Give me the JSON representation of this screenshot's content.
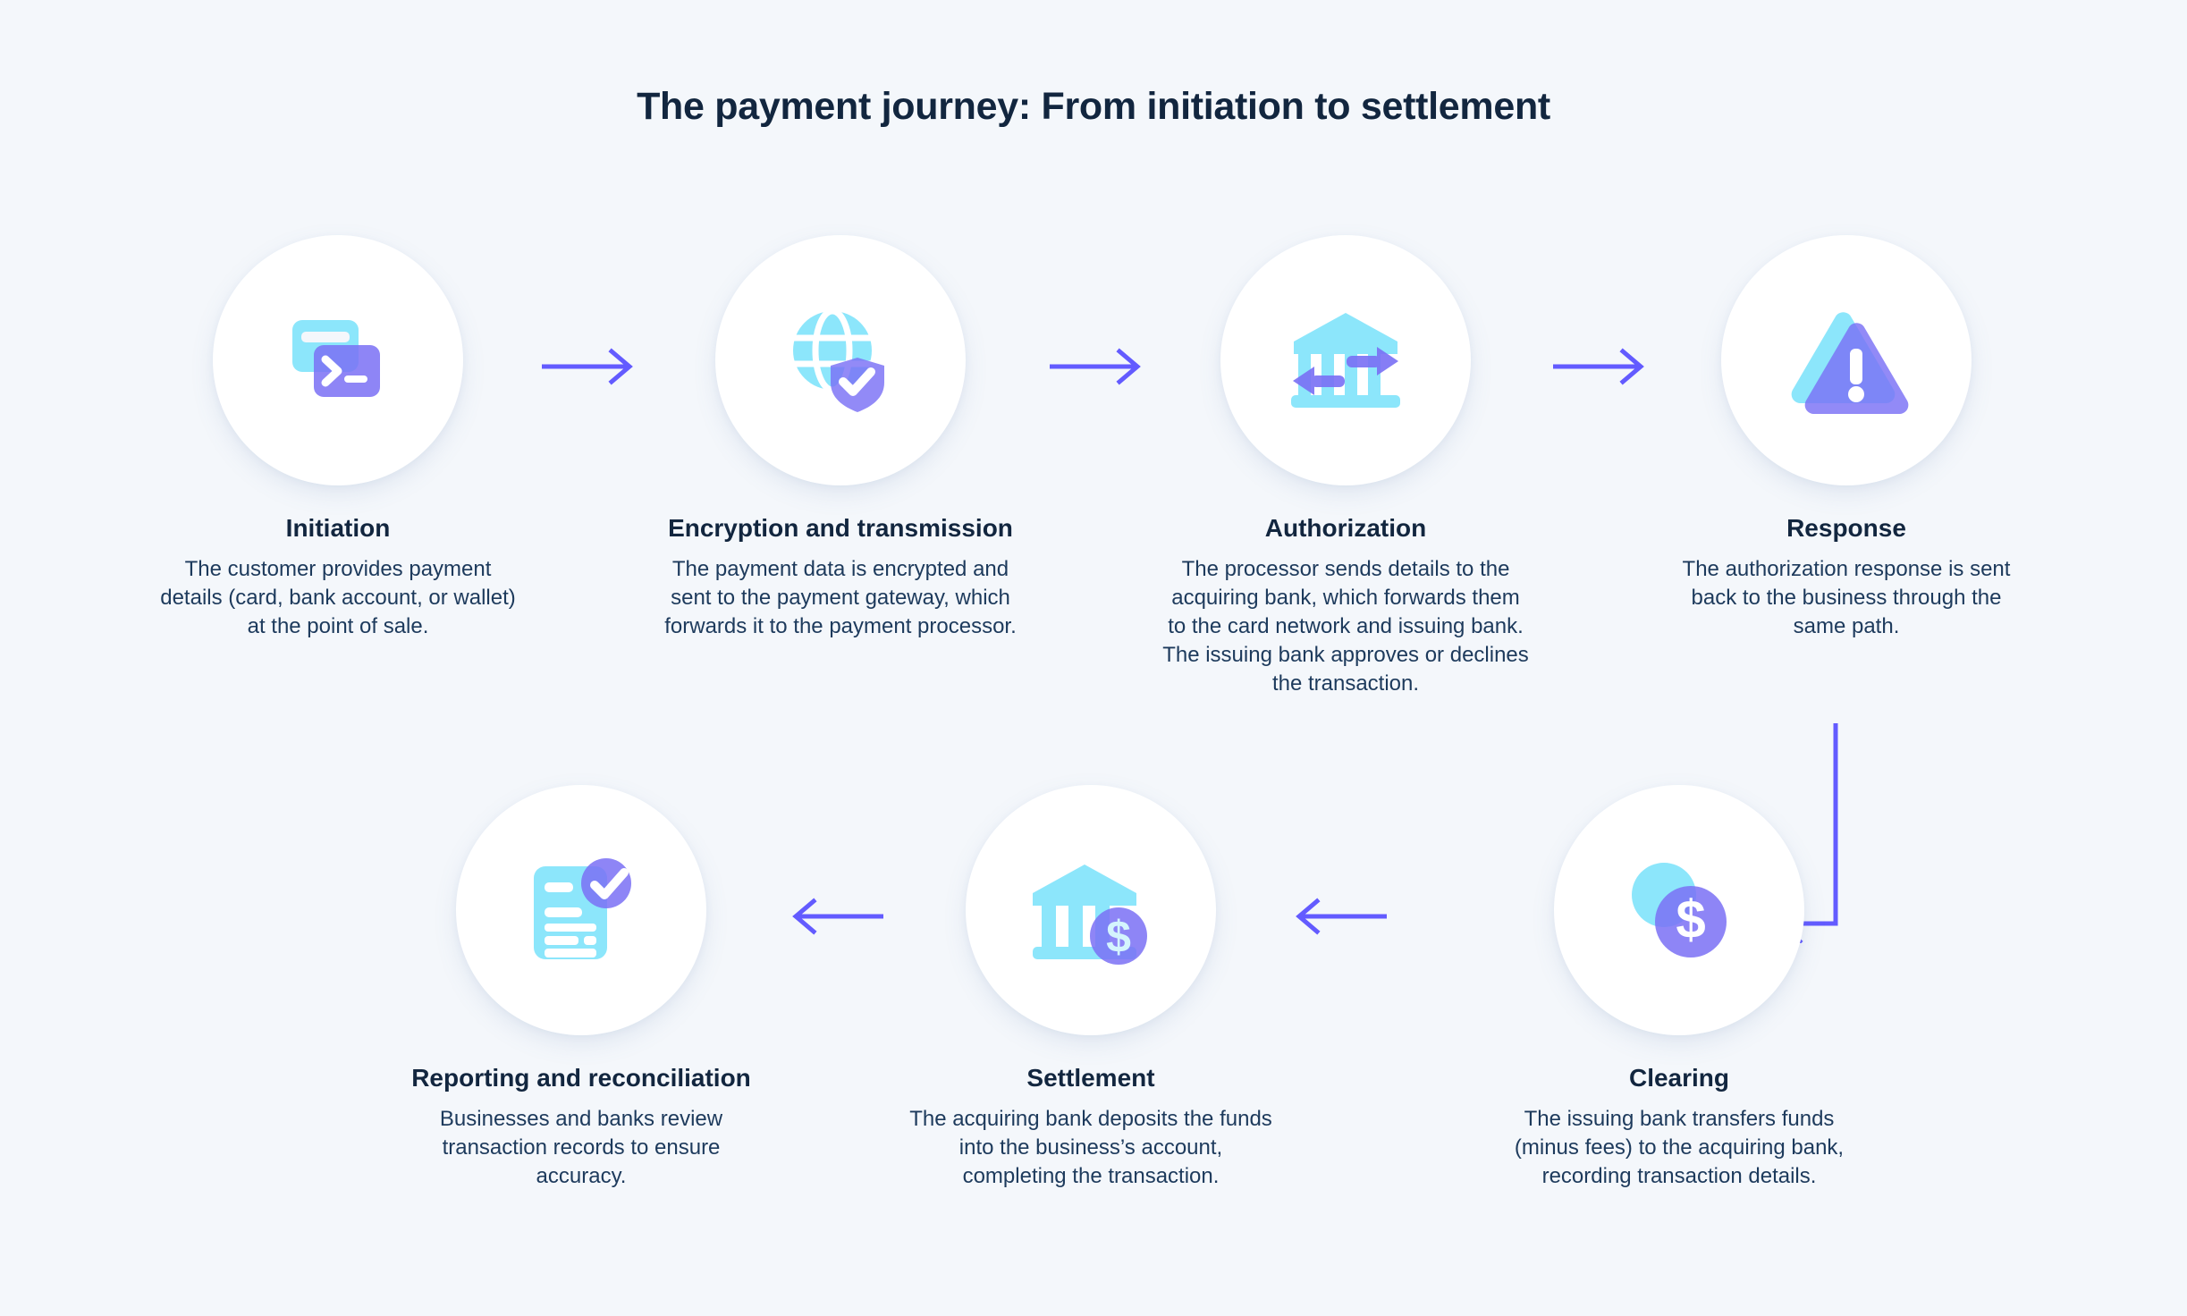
{
  "title": "The payment journey: From initiation to settlement",
  "colors": {
    "background": "#f4f7fb",
    "card": "#ffffff",
    "heading": "#12263f",
    "body_text": "#1d3a5c",
    "accent_purple": "#635bff",
    "icon_cyan": "#8ce6fb",
    "icon_purple": "#7a70f5",
    "icon_blue": "#1b3ce8"
  },
  "steps": [
    {
      "index": 1,
      "label": "Initiation",
      "description": "The customer provides payment details (card, bank account, or wallet) at the point of sale.",
      "icon": "payment-card-terminal-icon"
    },
    {
      "index": 2,
      "label": "Encryption and transmission",
      "description": "The payment data is encrypted and sent to the payment gateway, which forwards it to the payment processor.",
      "icon": "globe-shield-check-icon"
    },
    {
      "index": 3,
      "label": "Authorization",
      "description": "The processor sends details to the acquiring bank, which forwards them to the card network and issuing bank. The issuing bank approves or declines the transaction.",
      "icon": "bank-exchange-arrows-icon"
    },
    {
      "index": 4,
      "label": "Response",
      "description": "The authorization response is sent back to the business through the same path.",
      "icon": "warning-triangle-icon"
    },
    {
      "index": 5,
      "label": "Clearing",
      "description": "The issuing bank transfers funds (minus fees) to the acquiring bank, recording transaction details.",
      "icon": "dollar-coins-icon"
    },
    {
      "index": 6,
      "label": "Settlement",
      "description": "The acquiring bank deposits the funds into the business’s account, completing the transaction.",
      "icon": "bank-dollar-icon"
    },
    {
      "index": 7,
      "label": "Reporting and reconciliation",
      "description": "Businesses and banks review transaction records to ensure accuracy.",
      "icon": "document-check-icon"
    }
  ],
  "connectors": [
    {
      "id": "initiation-to-encryption",
      "direction": "right",
      "icon": "arrow-right-icon"
    },
    {
      "id": "encryption-to-authorization",
      "direction": "right",
      "icon": "arrow-right-icon"
    },
    {
      "id": "authorization-to-response",
      "direction": "right",
      "icon": "arrow-right-icon"
    },
    {
      "id": "response-to-clearing",
      "direction": "elbow-down-left",
      "icon": "arrow-elbow-down-left-icon"
    },
    {
      "id": "clearing-to-settlement",
      "direction": "left",
      "icon": "arrow-left-icon"
    },
    {
      "id": "settlement-to-reporting",
      "direction": "left",
      "icon": "arrow-left-icon"
    }
  ]
}
